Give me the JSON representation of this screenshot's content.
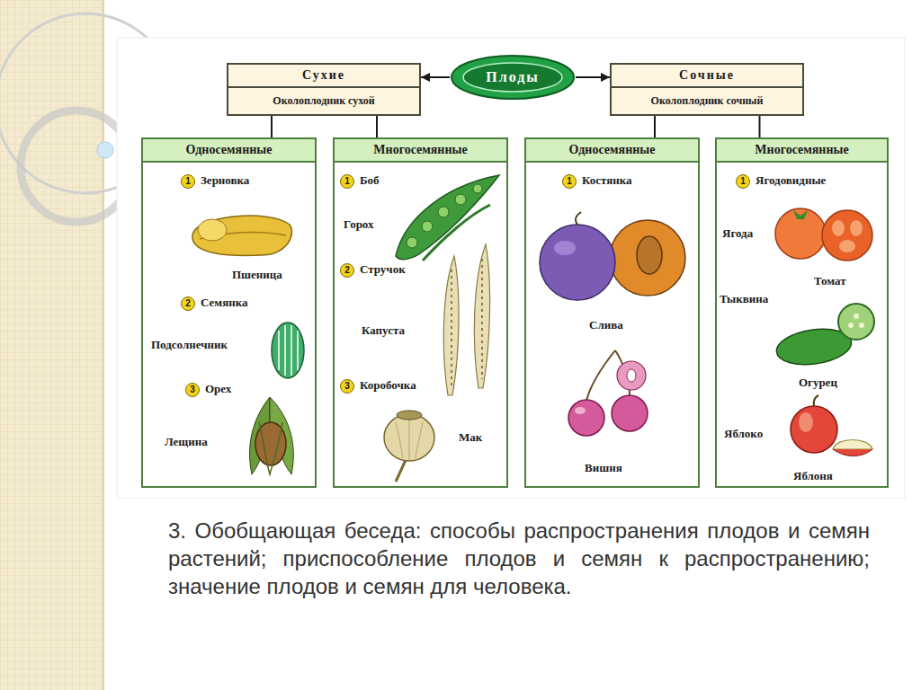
{
  "diagram": {
    "caption": "3. Обобщающая беседа: способы распространения плодов и семян растений; приспособление плодов и семян к распространению; значение плодов и семян для человека.",
    "nodes": [
      {
        "text": [
          "Плоды"
        ]
      },
      {
        "text": [
          "Сухие",
          "Околоплодник сухой"
        ]
      },
      {
        "text": [
          "Сочные",
          "Околоплодник сочный"
        ]
      },
      {
        "text": [
          "Односемянные"
        ]
      },
      {
        "text": [
          "Многосемянные"
        ]
      },
      {
        "text": [
          "Односемянные"
        ]
      },
      {
        "text": [
          "Многосемянные"
        ]
      }
    ],
    "edges": [
      {
        "from": 0,
        "to": 1,
        "arrow": "to"
      },
      {
        "from": 0,
        "to": 2,
        "arrow": "to"
      },
      {
        "from": 1,
        "to": 3,
        "arrow": "none"
      },
      {
        "from": 1,
        "to": 4,
        "arrow": "none"
      },
      {
        "from": 2,
        "to": 5,
        "arrow": "none"
      },
      {
        "from": 2,
        "to": 6,
        "arrow": "none"
      }
    ],
    "labels": [
      "1",
      "Зерновка",
      "Пшеница",
      "2",
      "Семянка",
      "Подсолнечник",
      "3",
      "Орех",
      "Лещина",
      "1",
      "Боб",
      "Горох",
      "2",
      "Стручок",
      "Капуста",
      "3",
      "Коробочка",
      "Мак",
      "1",
      "Костянка",
      "Слива",
      "Вишня",
      "1",
      "Ягодовидные",
      "Ягода",
      "Томат",
      "Тыквина",
      "Огурец",
      "Яблоко",
      "Яблоня"
    ]
  }
}
